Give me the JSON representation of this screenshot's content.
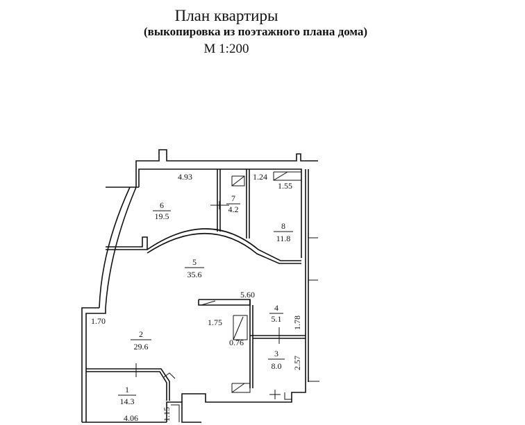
{
  "header": {
    "title": "План квартиры",
    "subtitle": "(выкопировка из поэтажного плана дома)",
    "scale": "М 1:200"
  },
  "rooms": [
    {
      "number": "1",
      "area": "14.3"
    },
    {
      "number": "2",
      "area": "29.6"
    },
    {
      "number": "3",
      "area": "8.0"
    },
    {
      "number": "4",
      "area": "5.1"
    },
    {
      "number": "5",
      "area": "35.6"
    },
    {
      "number": "6",
      "area": "19.5"
    },
    {
      "number": "7",
      "area": "4.2"
    },
    {
      "number": "8",
      "area": "11.8"
    }
  ],
  "dimensions": {
    "d_4_93": "4.93",
    "d_1_24": "1.24",
    "d_1_55": "1.55",
    "d_5_60": "5.60",
    "d_1_78": "1.78",
    "d_1_70": "1.70",
    "d_1_75": "1.75",
    "d_0_76": "0.76",
    "d_2_57": "2.57",
    "d_1_15": "1.15",
    "d_4_06": "4.06"
  }
}
